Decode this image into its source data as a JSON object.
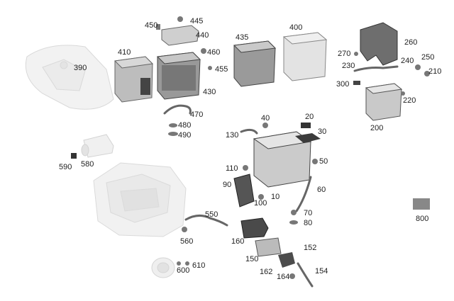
{
  "labels": [
    "390",
    "410",
    "430",
    "440",
    "445",
    "450",
    "460",
    "455",
    "470",
    "480",
    "490",
    "435",
    "400",
    "260",
    "270",
    "240",
    "250",
    "210",
    "230",
    "300",
    "220",
    "200",
    "40",
    "20",
    "30",
    "130",
    "110",
    "90",
    "50",
    "60",
    "10",
    "100",
    "70",
    "80",
    "160",
    "150",
    "152",
    "162",
    "164",
    "154",
    "550",
    "560",
    "590",
    "580",
    "600",
    "610",
    "800"
  ]
}
